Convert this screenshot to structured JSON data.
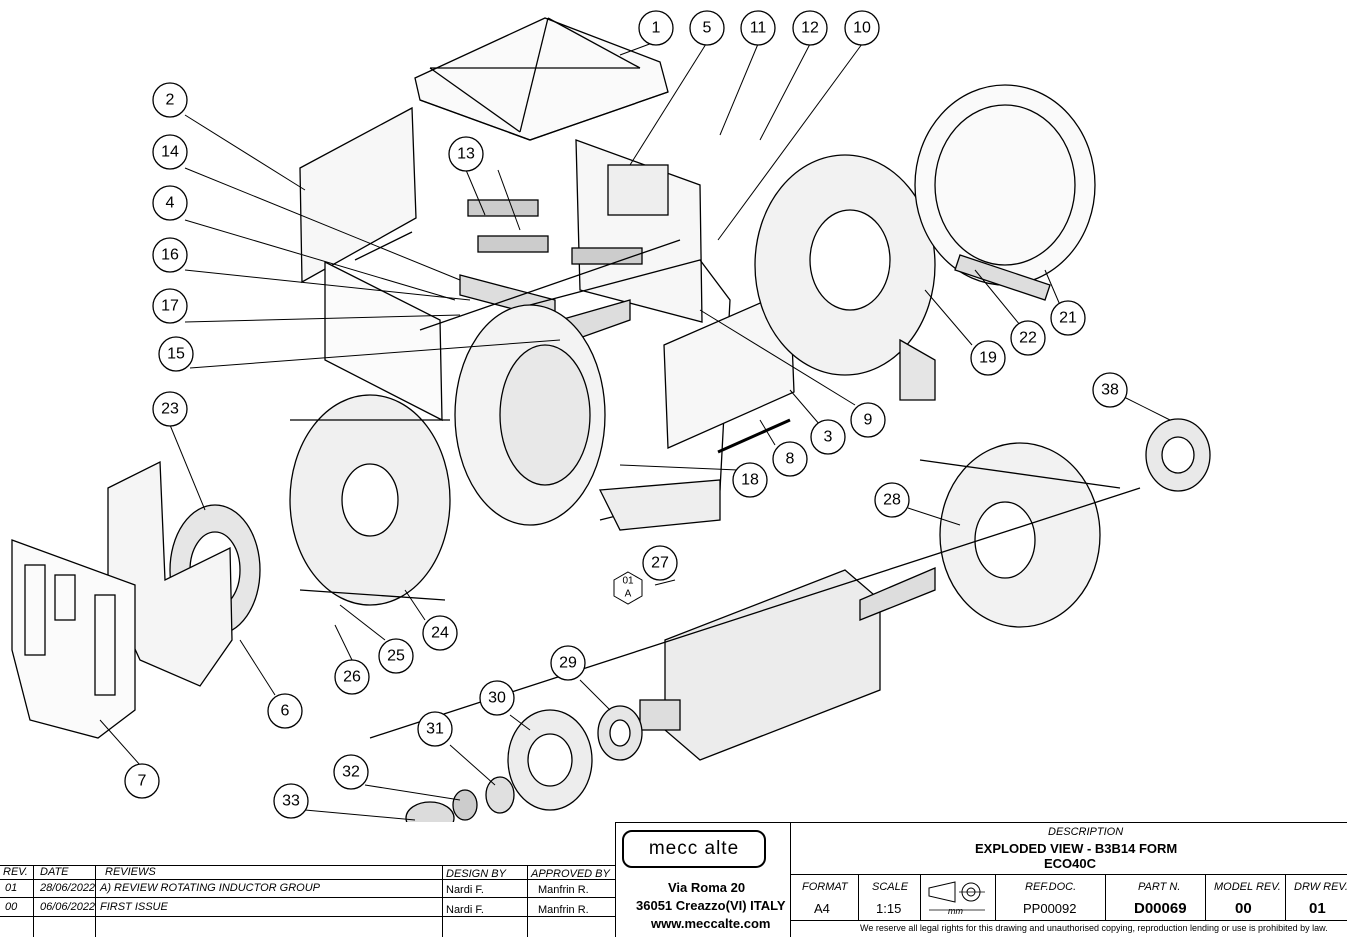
{
  "callouts": [
    "1",
    "2",
    "3",
    "4",
    "5",
    "6",
    "7",
    "8",
    "9",
    "10",
    "11",
    "12",
    "13",
    "14",
    "15",
    "16",
    "17",
    "18",
    "19",
    "21",
    "22",
    "23",
    "24",
    "25",
    "26",
    "27",
    "28",
    "29",
    "30",
    "31",
    "32",
    "33",
    "38"
  ],
  "revision_marker": {
    "line1": "01",
    "line2": "A"
  },
  "revisions": {
    "headers": {
      "rev": "REV.",
      "date": "DATE",
      "reviews": "REVIEWS",
      "design_by": "DESIGN BY",
      "approved_by": "APPROVED BY"
    },
    "rows": [
      {
        "rev": "01",
        "date": "28/06/2022",
        "review": "A) REVIEW ROTATING INDUCTOR GROUP",
        "design_by": "Nardi F.",
        "approved_by": "Manfrin R."
      },
      {
        "rev": "00",
        "date": "06/06/2022",
        "review": "FIRST ISSUE",
        "design_by": "Nardi F.",
        "approved_by": "Manfrin R."
      }
    ]
  },
  "company": {
    "logo": "mecc alte",
    "address1": "Via Roma 20",
    "address2": "36051 Creazzo(VI) ITALY",
    "web": "www.meccalte.com"
  },
  "title_block": {
    "description_label": "DESCRIPTION",
    "title_line1": "EXPLODED VIEW - B3B14 FORM",
    "title_line2": "ECO40C",
    "format_label": "FORMAT",
    "format": "A4",
    "scale_label": "SCALE",
    "scale": "1:15",
    "unit": "mm",
    "refdoc_label": "REF.DOC.",
    "refdoc": "PP00092",
    "part_label": "PART N.",
    "part": "D00069",
    "model_rev_label": "MODEL REV.",
    "model_rev": "00",
    "drw_rev_label": "DRW REV.",
    "drw_rev": "01",
    "rights": "We reserve all legal rights for this drawing and unauthorised copying, reproduction lending or use is prohibited by law."
  }
}
